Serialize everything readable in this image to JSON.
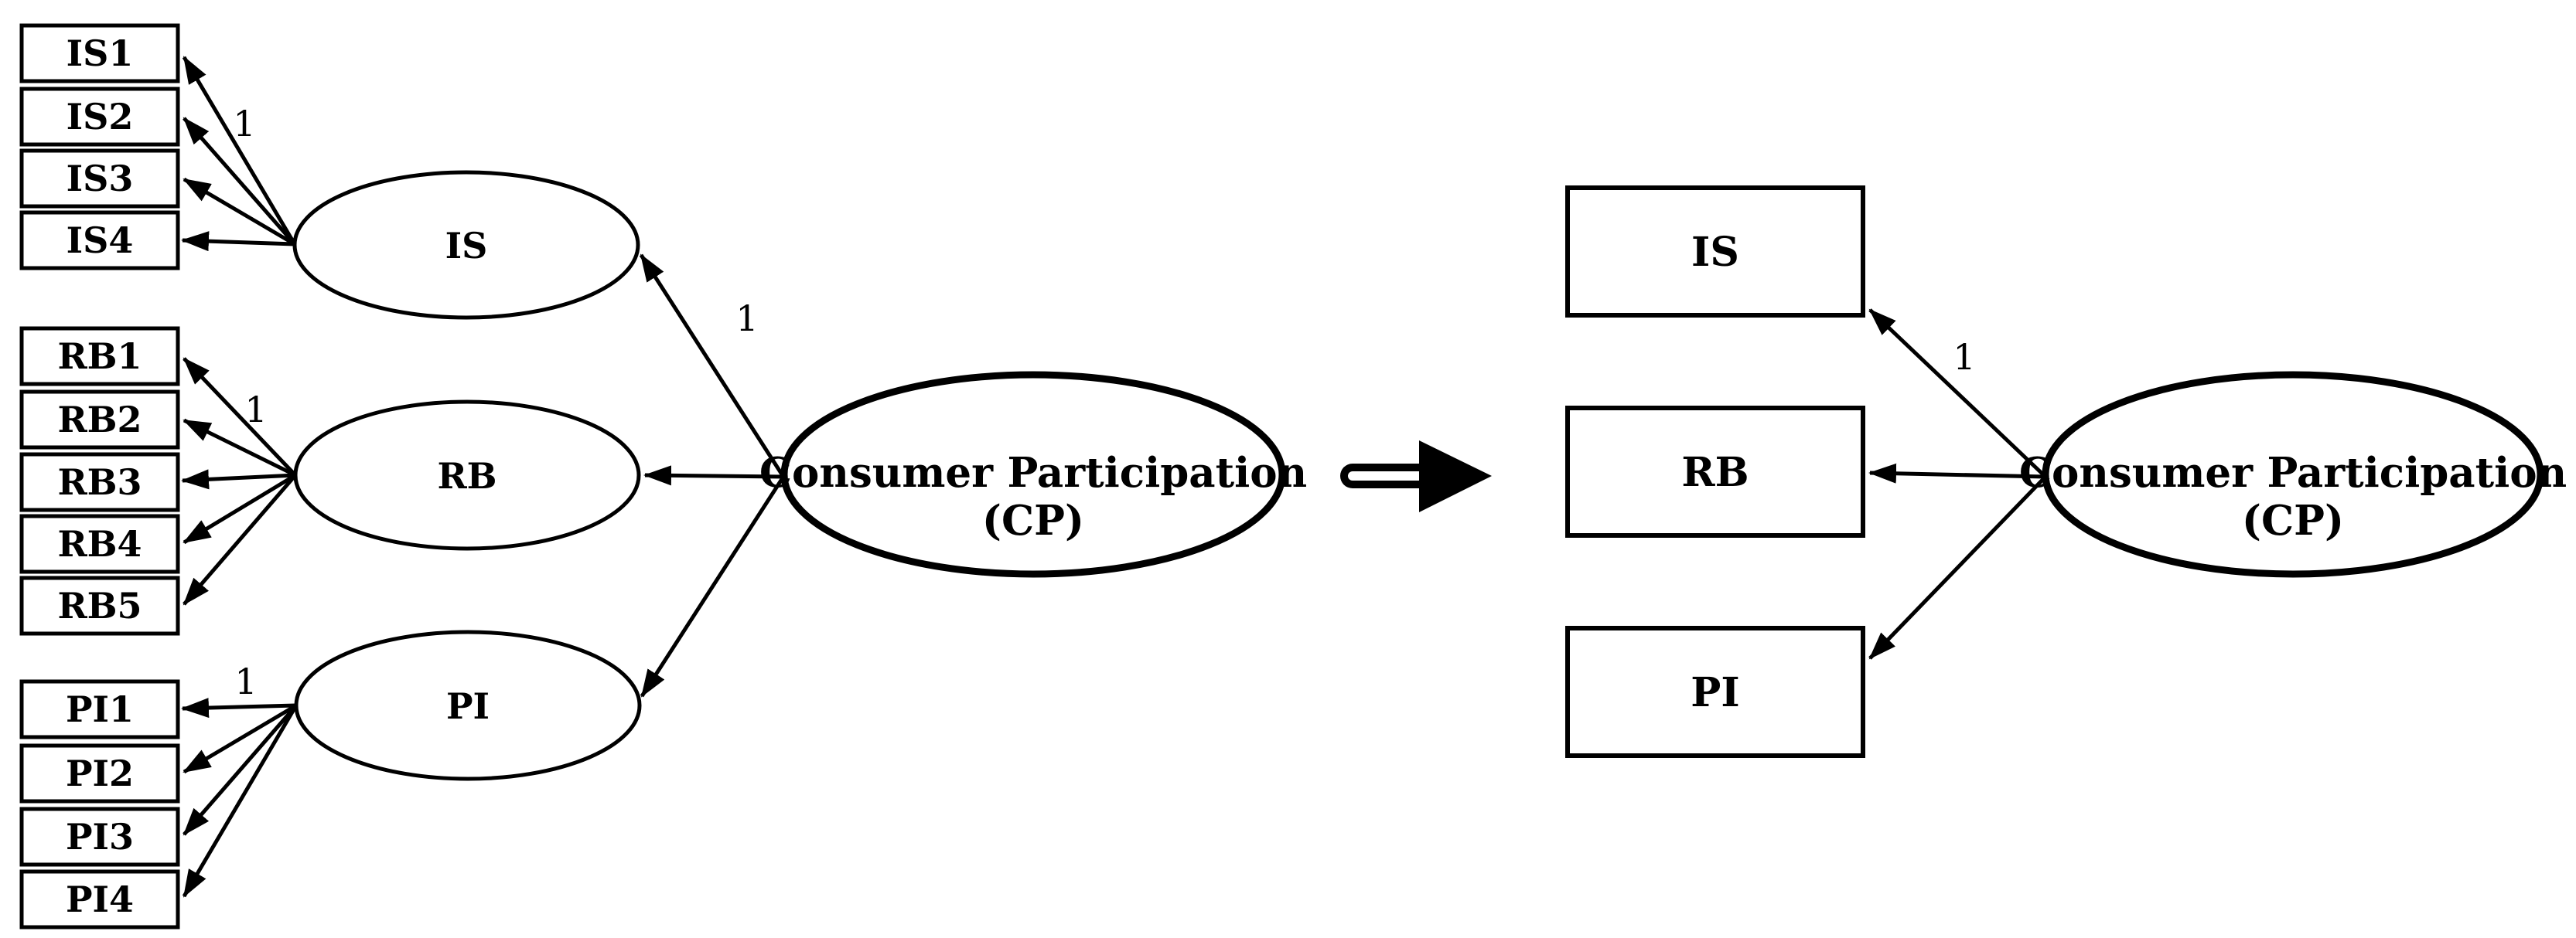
{
  "figure": {
    "background_color": "#ffffff",
    "ink_color": "#000000",
    "left_model": {
      "indicator_groups": [
        {
          "latent": "IS",
          "loading_label": "1",
          "indicators": [
            "IS1",
            "IS2",
            "IS3",
            "IS4"
          ]
        },
        {
          "latent": "RB",
          "loading_label": "1",
          "indicators": [
            "RB1",
            "RB2",
            "RB3",
            "RB4",
            "RB5"
          ]
        },
        {
          "latent": "PI",
          "loading_label": "1",
          "indicators": [
            "PI1",
            "PI2",
            "PI3",
            "PI4"
          ]
        }
      ],
      "cp": {
        "line1": "Consumer Participation",
        "line2": "(CP)"
      },
      "cp_to_is_loading_label": "1"
    },
    "implies_arrow": "implies-arrow",
    "right_model": {
      "constructs": [
        "IS",
        "RB",
        "PI"
      ],
      "cp": {
        "line1": "Consumer Participation",
        "line2": "(CP)"
      },
      "cp_to_is_loading_label": "1"
    }
  }
}
